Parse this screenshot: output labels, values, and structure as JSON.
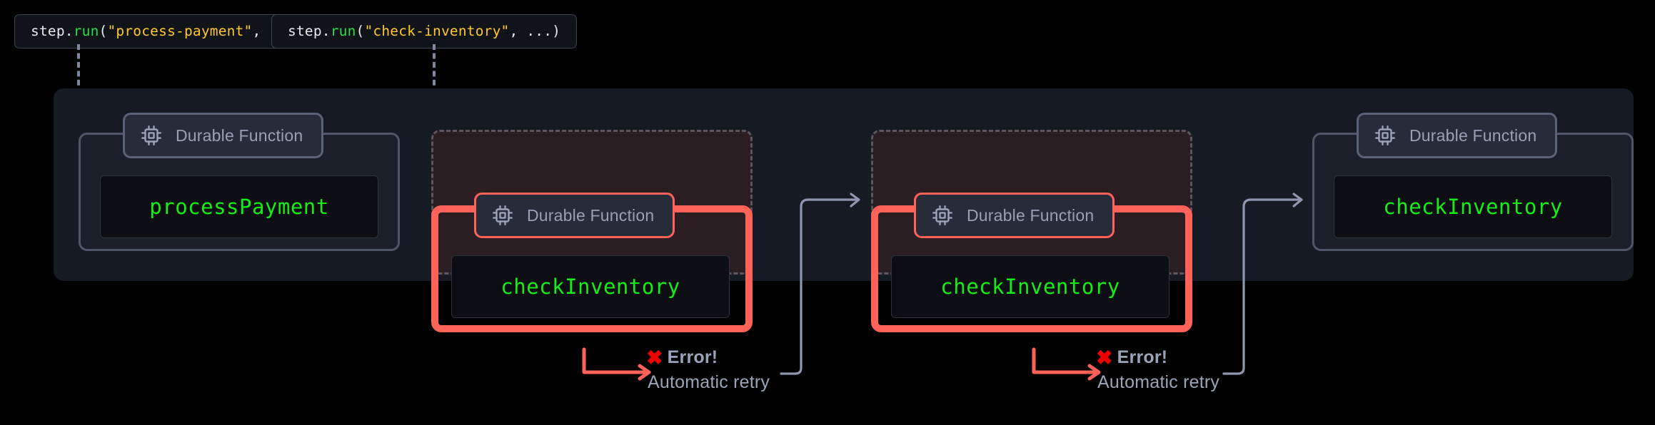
{
  "theme": {
    "background": "#000000",
    "panel_bg": "#161a23",
    "panel_border": "#4e5668",
    "code_bg": "#0c0e13",
    "fn_name_color": "#16ec16",
    "string_color": "#ffc828",
    "method_color": "#2bdd4a",
    "badge_label_color": "#98a1b4",
    "error_red": "#ff6259",
    "error_x_red": "#ee0000",
    "failed_region_bg": "#2b1e23",
    "connector_gray": "#8e97ae"
  },
  "callouts": [
    {
      "name": "process-payment-call",
      "tokens": [
        {
          "text": "step.",
          "kind": "plain"
        },
        {
          "text": "run",
          "kind": "fn"
        },
        {
          "text": "(",
          "kind": "plain"
        },
        {
          "text": "\"process-payment\"",
          "kind": "str"
        },
        {
          "text": ", ...)",
          "kind": "plain"
        }
      ]
    },
    {
      "name": "check-inventory-call",
      "tokens": [
        {
          "text": "step.",
          "kind": "plain"
        },
        {
          "text": "run",
          "kind": "fn"
        },
        {
          "text": "(",
          "kind": "plain"
        },
        {
          "text": "\"check-inventory\"",
          "kind": "str"
        },
        {
          "text": ", ...)",
          "kind": "plain"
        }
      ]
    }
  ],
  "badge_label": "Durable Function",
  "icon_name": "cpu-chip-icon",
  "steps": [
    {
      "id": "step-1",
      "state": "success",
      "function_name": "processPayment",
      "badge": "Durable Function"
    },
    {
      "id": "step-2-attempt-1",
      "state": "failed",
      "function_name": "checkInventory",
      "badge": "Durable Function",
      "error_title": "Error!",
      "error_subtitle": "Automatic retry"
    },
    {
      "id": "step-2-attempt-2",
      "state": "failed",
      "function_name": "checkInventory",
      "badge": "Durable Function",
      "error_title": "Error!",
      "error_subtitle": "Automatic retry"
    },
    {
      "id": "step-2-attempt-3",
      "state": "success",
      "function_name": "checkInventory",
      "badge": "Durable Function"
    }
  ],
  "error_annotations": [
    {
      "title": "Error!",
      "subtitle": "Automatic retry",
      "x_glyph": "✖"
    },
    {
      "title": "Error!",
      "subtitle": "Automatic retry",
      "x_glyph": "✖"
    }
  ]
}
